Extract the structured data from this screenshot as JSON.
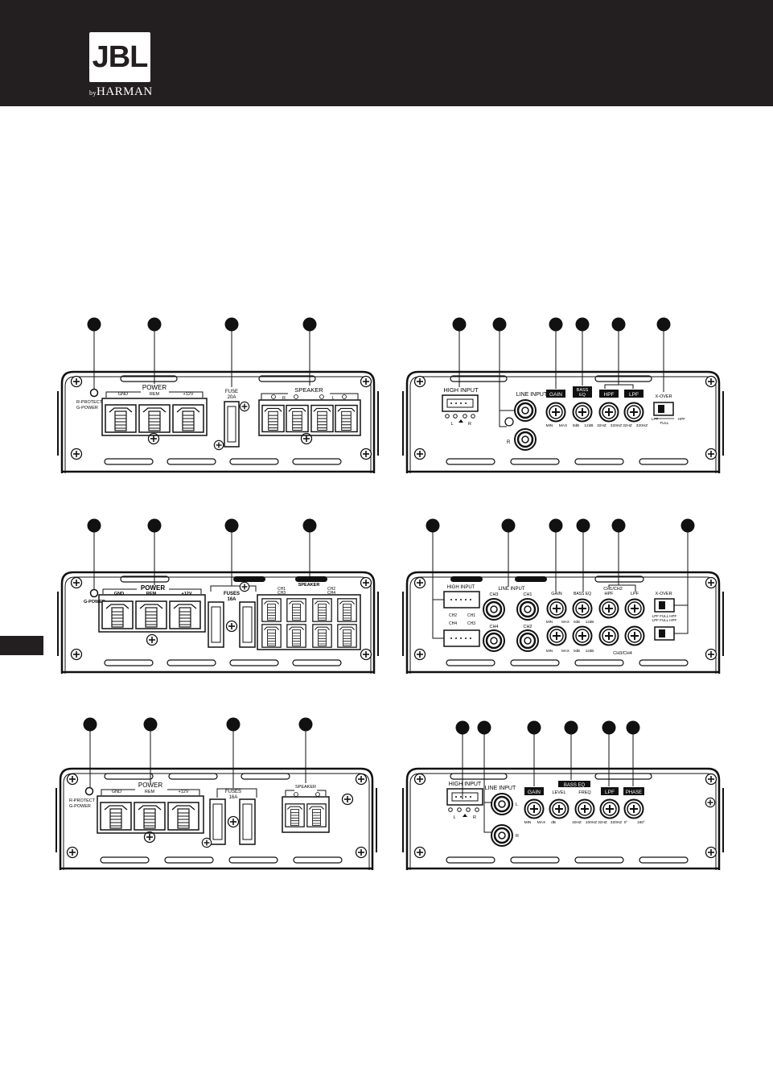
{
  "brand": {
    "logo_text": "JBL",
    "by_text": "by",
    "harman_text": "HARMAN",
    "reg_mark": "®"
  },
  "colors": {
    "header": "#231f20",
    "line": "#111111",
    "background": "#ffffff"
  },
  "panels": {
    "p1": {
      "led_lines": [
        "R-PROTECT",
        "G-POWER"
      ],
      "power_label": "POWER",
      "terminals": [
        "GND",
        "REM",
        "+12V"
      ],
      "fuse_lines": [
        "FUSE",
        "20A"
      ],
      "speaker_label": "SPEAKER",
      "speaker_marks": [
        "R",
        "L"
      ]
    },
    "p2": {
      "high_input": "HIGH INPUT",
      "high_pins": [
        "L",
        "R"
      ],
      "line_input": "LINE INPUT",
      "rca": [
        "L",
        "R"
      ],
      "gain": "GAIN",
      "bass_eq": [
        "BASS",
        "EQ"
      ],
      "hpf": "HPF",
      "lpf": "LPF",
      "xover": "X-OVER",
      "knob_min": "MIN",
      "knob_max": "MAX",
      "bass_range": [
        "0dB",
        "12dB"
      ],
      "hpf_range": [
        "32HZ",
        "320HZ"
      ],
      "lpf_range": [
        "32HZ",
        "320HZ"
      ],
      "switch_labels": [
        "LPF",
        "FULL",
        "HPF"
      ]
    },
    "p3": {
      "led_lines": [
        "G-POWER"
      ],
      "power_label": "POWER",
      "terminals": [
        "GND",
        "REM",
        "+12V"
      ],
      "fuse_lines": [
        "FUSES",
        "16A"
      ],
      "speaker_label": "SPEAKER",
      "channels": [
        "CH1",
        "CH3",
        "CH2",
        "CH4"
      ]
    },
    "p4": {
      "high_input": "HIGH INPUT",
      "pin_labels_top": [
        "CH2",
        "CH1"
      ],
      "pin_labels_bot": [
        "CH4",
        "CH3"
      ],
      "line_input": "LINE INPUT",
      "rca_labels": [
        "CH3",
        "CH1",
        "CH4",
        "CH2"
      ],
      "gain": "GAIN",
      "bass_eq": "BASS EQ",
      "ch12": [
        "CH1/CH2",
        "HPF"
      ],
      "lpf": "LPF",
      "xover": "X-OVER",
      "switch_lines": [
        "LPF FULL HPF",
        "LPF FULL HPF"
      ],
      "ch34": "CH3/CH4",
      "knob_min": "MIN",
      "knob_max": "MAX",
      "bass_range": [
        "0dB",
        "12dB"
      ]
    },
    "p5": {
      "led_lines": [
        "R-PROTECT",
        "G-POWER"
      ],
      "power_label": "POWER",
      "terminals": [
        "GND",
        "REM",
        "+12V"
      ],
      "fuse_lines": [
        "FUSES",
        "16A"
      ],
      "speaker_label": "SPEAKER"
    },
    "p6": {
      "high_input": "HIGH INPUT",
      "high_pins": [
        "L",
        "R"
      ],
      "line_input": "LINE INPUT",
      "rca": [
        "L",
        "R"
      ],
      "gain": "GAIN",
      "bass_eq": "BASS EQ",
      "level": "LEVEL",
      "freq": "FREQ",
      "lpf": "LPF",
      "phase": "PHASE",
      "knob_min": "MIN",
      "knob_max": "MAX",
      "level_range": "dB",
      "freq_range": [
        "40HZ",
        "100HZ"
      ],
      "lpf_range": [
        "32HZ",
        "320HZ"
      ],
      "phase_range": [
        "0°",
        "180°"
      ]
    }
  }
}
